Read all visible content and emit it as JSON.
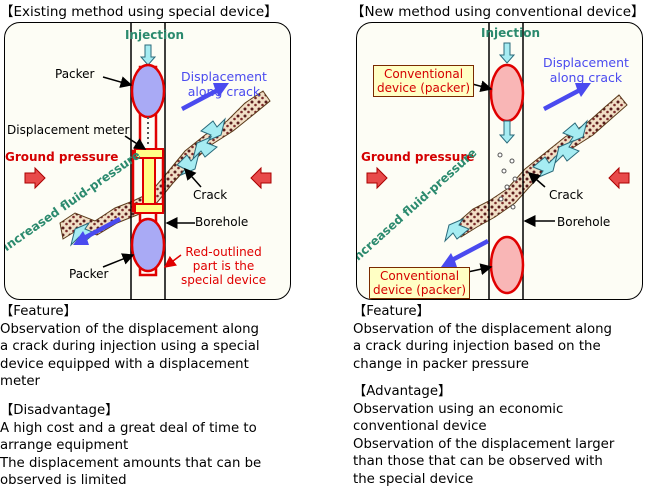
{
  "left": {
    "title": "【Existing method using special device】",
    "injection": "Injection",
    "packer_top": "Packer",
    "displacement_crack": [
      "Displacement",
      "along crack"
    ],
    "displacement_meter": "Displacement meter",
    "ground_pressure": "Ground pressure",
    "crack": "Crack",
    "borehole": "Borehole",
    "increased": "Increased fluid-pressure",
    "packer_bottom": "Packer",
    "red_note": [
      "Red-outlined",
      "part is the",
      "special device"
    ],
    "feature_head": "【Feature】",
    "feature_lines": [
      "Observation of the displacement along",
      "a crack during injection using a special",
      "device equipped with a displacement",
      "meter"
    ],
    "disadv_head": "【Disadvantage】",
    "disadv_lines": [
      "A high cost and a great deal of time to",
      "arrange equipment",
      "The displacement amounts that can be",
      "observed is limited"
    ]
  },
  "right": {
    "title": "【New method using conventional device】",
    "injection": "Injection",
    "conv_top": [
      "Conventional",
      "device (packer)"
    ],
    "displacement_crack": [
      "Displacement",
      "along crack"
    ],
    "ground_pressure": "Ground pressure",
    "crack": "Crack",
    "borehole": "Borehole",
    "increased": "Increased fluid-pressure",
    "conv_bottom": [
      "Conventional",
      "device (packer)"
    ],
    "feature_head": "【Feature】",
    "feature_lines": [
      "Observation of the displacement along",
      "a crack during injection based on the",
      "change in packer pressure"
    ],
    "adv_head": "【Advantage】",
    "adv_lines": [
      "Observation using an economic",
      "conventional device",
      "Observation of the displacement larger",
      "than those that can be observed with",
      "the special device"
    ]
  },
  "colors": {
    "ground_pressure": "#d40000",
    "displacement": "#4a4aef",
    "increased": "#2b8a6e",
    "packer_special": "#a9aaf5",
    "packer_conventional": "#f9b6b6",
    "special_outline": "#e00000",
    "meter_fill": "#ffff88",
    "label_box": "#ffffc4",
    "arrow_cyan": "#a6ecf2"
  }
}
